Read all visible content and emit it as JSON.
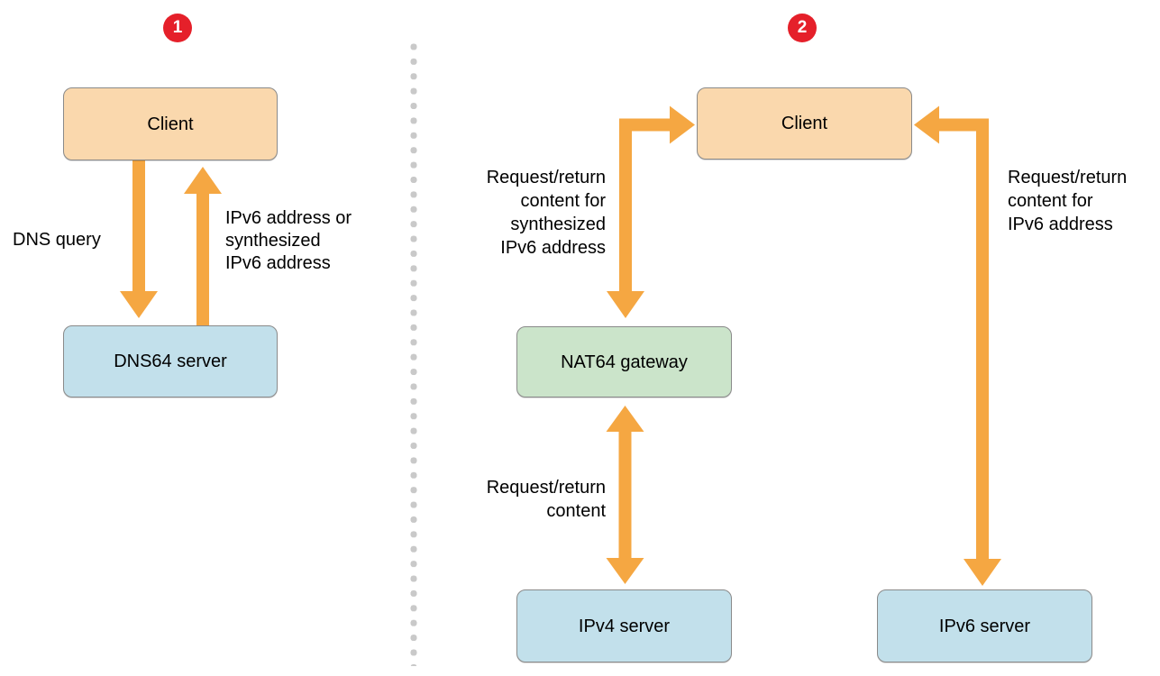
{
  "colors": {
    "arrow": "#F5A742",
    "client_fill": "#FAD8AD",
    "server_fill": "#C2E0EB",
    "gateway_fill": "#CBE4CA",
    "badge": "#E5202A",
    "node_border": "#8A8A8A",
    "divider_dot": "#C9C9C9",
    "text": "#000000"
  },
  "step1": {
    "badge": "1",
    "client_label": "Client",
    "dns64_label": "DNS64 server",
    "dns_query_label": "DNS query",
    "response_label": "IPv6 address or\nsynthesized\nIPv6 address"
  },
  "step2": {
    "badge": "2",
    "client_label": "Client",
    "nat64_label": "NAT64 gateway",
    "ipv4_label": "IPv4 server",
    "ipv6_label": "IPv6 server",
    "synthesized_label": "Request/return\ncontent for\nsynthesized\nIPv6 address",
    "content_label": "Request/return\ncontent",
    "direct_label": "Request/return\ncontent for\nIPv6 address"
  }
}
